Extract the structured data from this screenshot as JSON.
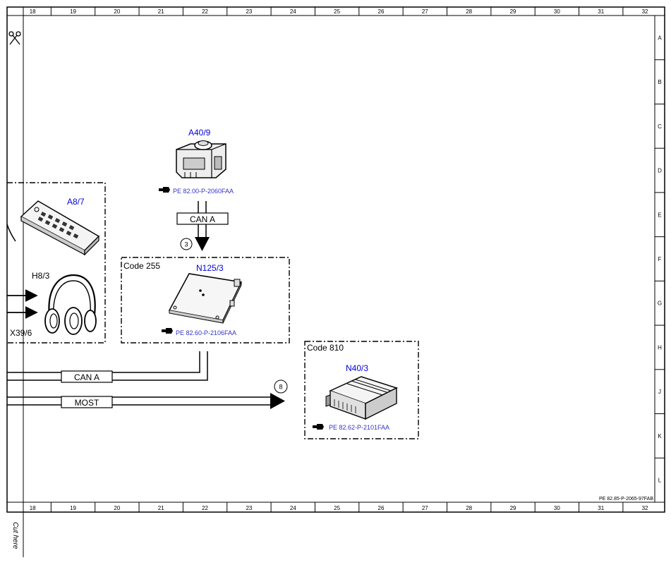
{
  "grid": {
    "columns": [
      "18",
      "19",
      "20",
      "21",
      "22",
      "23",
      "24",
      "25",
      "26",
      "27",
      "28",
      "29",
      "30",
      "31",
      "32"
    ],
    "rows": [
      "A",
      "B",
      "C",
      "D",
      "E",
      "F",
      "G",
      "H",
      "J",
      "K",
      "L"
    ]
  },
  "colors": {
    "component_label": "#0000dd",
    "reference_link": "#3333cc",
    "line": "#000000"
  },
  "cut_mark": {
    "icon": "scissors-icon",
    "text": "Cut here"
  },
  "sheet_reference": "PE 82.85-P-2065-97FAB",
  "components": {
    "a40_9": {
      "label": "A40/9",
      "reference": "PE 82.00-P-2060FAA",
      "icon": "display-unit-icon"
    },
    "a8_7": {
      "label": "A8/7",
      "icon": "remote-control-icon"
    },
    "h8_3": {
      "label": "H8/3",
      "icon": "headphones-icon"
    },
    "x39_6": {
      "label": "X39/6"
    },
    "n125_3": {
      "label": "N125/3",
      "code": "Code 255",
      "reference": "PE 82.60-P-2106FAA",
      "icon": "control-module-icon"
    },
    "n40_3": {
      "label": "N40/3",
      "code": "Code 810",
      "reference": "PE 82.62-P-2101FAA",
      "icon": "amplifier-icon"
    }
  },
  "buses": {
    "can_a_vertical": {
      "label": "CAN A",
      "marker": "3"
    },
    "can_a_horizontal": {
      "label": "CAN A"
    },
    "most": {
      "label": "MOST",
      "marker": "8"
    }
  }
}
